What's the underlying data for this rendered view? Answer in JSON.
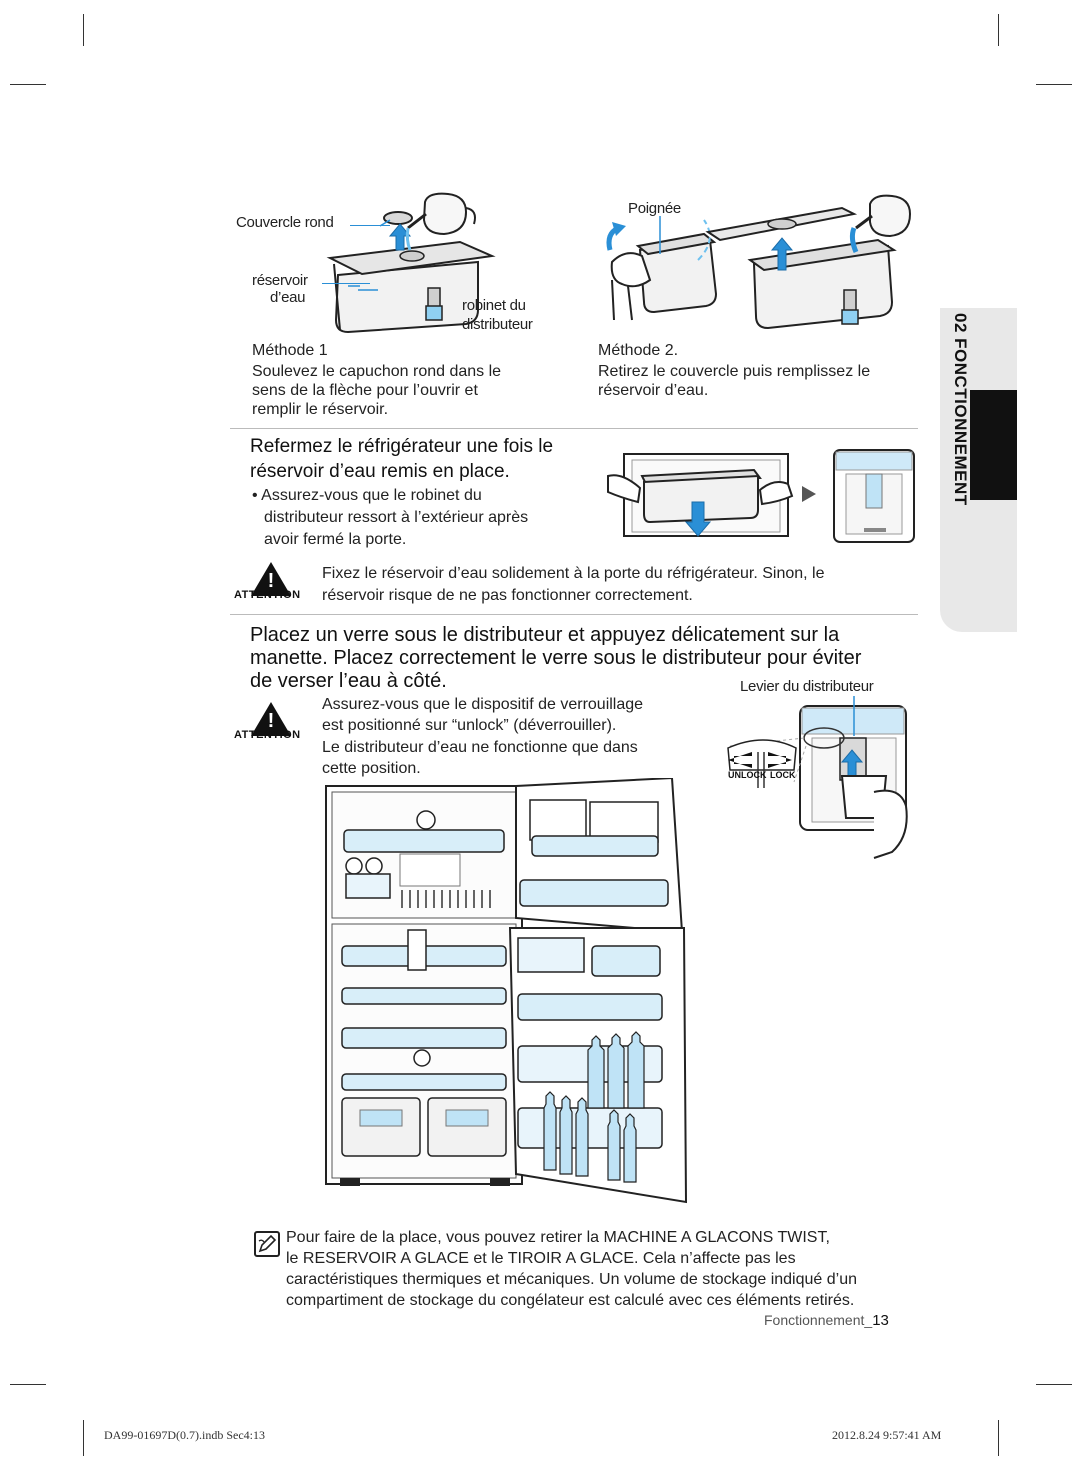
{
  "labels": {
    "couvercle_rond": "Couvercle rond",
    "reservoir": "réservoir",
    "deau": "d’eau",
    "robinet_du": "robinet du",
    "distributeur": "distributeur",
    "poignee": "Poignée",
    "levier": "Levier du distributeur",
    "unlock": "UNLOCK",
    "lock": "LOCK"
  },
  "methode1": {
    "title": "Méthode 1",
    "text": [
      "Soulevez le capuchon rond dans le",
      "sens de la flèche pour l’ouvrir et",
      "remplir le réservoir."
    ]
  },
  "methode2": {
    "title": "Méthode 2.",
    "text": [
      "Retirez le couvercle puis remplissez le",
      "réservoir d’eau."
    ]
  },
  "step_refermez": {
    "title": [
      "Refermez le réfrigérateur une fois le",
      "réservoir d’eau remis en place."
    ],
    "bullet": [
      "• Assurez-vous que le robinet du",
      "distributeur ressort à l’extérieur après",
      "avoir fermé la porte."
    ]
  },
  "attention1": {
    "word": "ATTENTION",
    "text": [
      "Fixez le réservoir d’eau solidement à la porte du réfrigérateur. Sinon, le",
      "réservoir risque de ne pas fonctionner correctement."
    ]
  },
  "step_placez": {
    "text": [
      "Placez un verre sous le distributeur et appuyez délicatement sur la",
      "manette. Placez correctement le verre sous le distributeur pour éviter",
      "de verser l’eau à côté."
    ]
  },
  "attention2": {
    "word": "ATTENTION",
    "text": [
      "Assurez-vous que le dispositif de verrouillage",
      "est positionné sur “unlock” (déverrouiller).",
      "Le distributeur d’eau ne fonctionne que dans",
      "cette position."
    ]
  },
  "note": {
    "text": [
      "Pour faire de la place, vous pouvez retirer la MACHINE A GLACONS TWIST,",
      "le RESERVOIR A GLACE et le TIROIR A GLACE. Cela n’affecte pas les",
      "caractéristiques thermiques et mécaniques. Un volume de stockage indiqué d’un",
      "compartiment de stockage du congélateur est calculé avec ces éléments retirés."
    ]
  },
  "side_tab": "02 FONCTIONNEMENT",
  "page_label": "Fonctionnement_",
  "page_number": "13",
  "footer": {
    "file": "DA99-01697D(0.7).indb   Sec4:13",
    "date": "2012.8.24   9:57:41 AM"
  },
  "colors": {
    "accent_blue": "#2a8fd6",
    "light_blue": "#bfe3f6",
    "side_tab_gray": "#e8e8e8"
  }
}
